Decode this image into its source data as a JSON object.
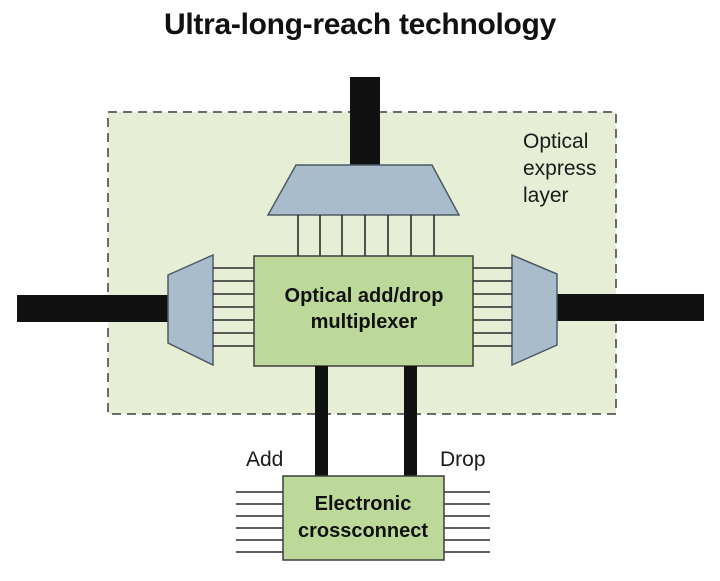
{
  "title": "Ultra-long-reach technology",
  "layer_label": [
    "Optical",
    "express",
    "layer"
  ],
  "oadm_label": [
    "Optical add/drop",
    "multiplexer"
  ],
  "exc_label": [
    "Electronic",
    "crossconnect"
  ],
  "add_label": "Add",
  "drop_label": "Drop",
  "colors": {
    "layer_fill": "#e6efd6",
    "layer_border": "#6b6b6b",
    "box_fill": "#bcd99a",
    "mux_fill": "#a9bccb",
    "fiber": "#111111"
  },
  "icons": [
    "demux-trapezoid-icon",
    "fiber-line-icon"
  ]
}
